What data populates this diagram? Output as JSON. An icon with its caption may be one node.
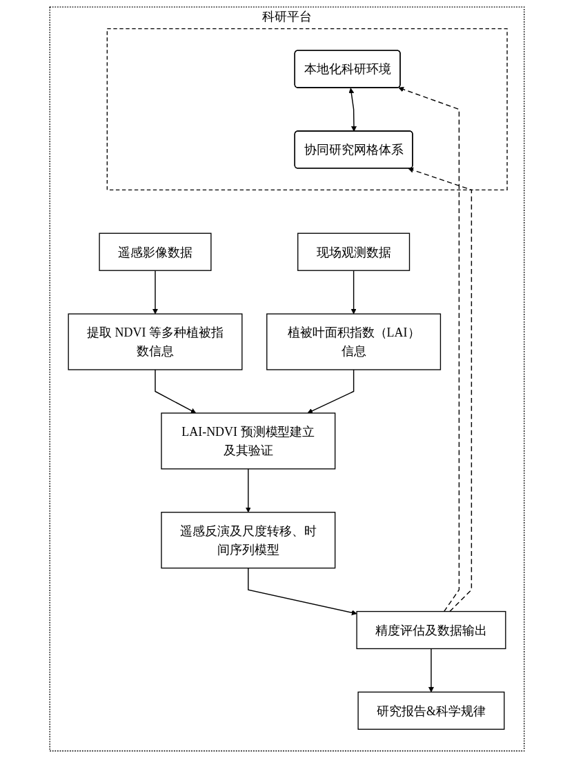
{
  "diagram": {
    "nodes": [
      {
        "text": [
          "科研平台"
        ]
      },
      {
        "text": [],
        "shape": "box",
        "in": 0
      },
      {
        "text": [
          "本地化科研环境"
        ],
        "in": 1
      },
      {
        "text": [
          "协同研究网格体系"
        ],
        "in": 1
      },
      {
        "text": [
          "遥感影像数据"
        ],
        "in": 0
      },
      {
        "text": [
          "现场观测数据"
        ],
        "in": 0
      },
      {
        "text": [
          "提取 NDVI 等多种植被指数信息"
        ],
        "in": 0
      },
      {
        "text": [
          "植被叶面积指数（LAI）信息"
        ],
        "in": 0
      },
      {
        "text": [
          "LAI-NDVI 预测模型建立及其验证"
        ],
        "in": 0
      },
      {
        "text": [
          "遥感反演及尺度转移、时间序列模型"
        ],
        "in": 0
      },
      {
        "text": [
          "精度评估及数据输出"
        ],
        "in": 0
      },
      {
        "text": [
          "研究报告&科学规律"
        ],
        "in": 0
      }
    ],
    "edges": [
      {
        "from": 2,
        "to": 3,
        "arrow": "both"
      },
      {
        "from": 4,
        "to": 6,
        "arrow": "to"
      },
      {
        "from": 5,
        "to": 7,
        "arrow": "to"
      },
      {
        "from": 6,
        "to": 8,
        "arrow": "to"
      },
      {
        "from": 7,
        "to": 8,
        "arrow": "to"
      },
      {
        "from": 8,
        "to": 9,
        "arrow": "to"
      },
      {
        "from": 9,
        "to": 10,
        "arrow": "to"
      },
      {
        "from": 10,
        "to": 11,
        "arrow": "to"
      },
      {
        "from": 10,
        "to": 2,
        "arrow": "to",
        "style": "dashed"
      },
      {
        "from": 10,
        "to": 3,
        "arrow": "to",
        "style": "dashed"
      }
    ]
  }
}
